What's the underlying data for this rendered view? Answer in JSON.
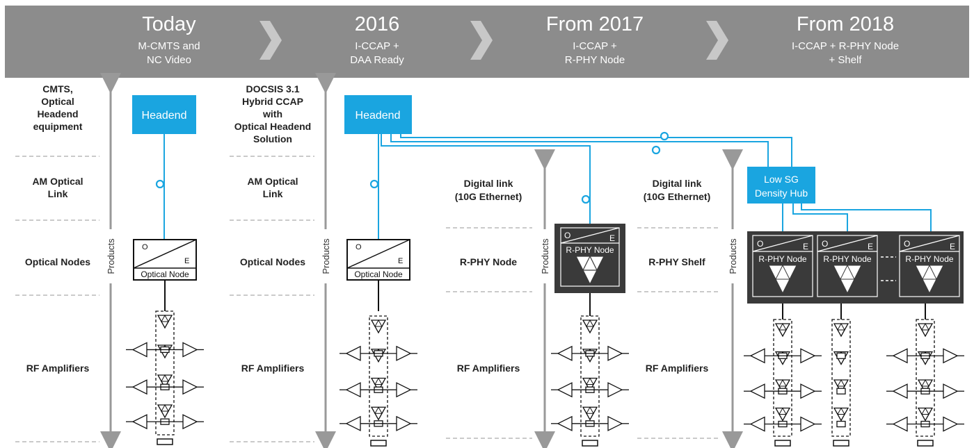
{
  "header": {
    "stages": [
      {
        "title": "Today",
        "sub1": "M-CMTS and",
        "sub2": "NC Video"
      },
      {
        "title": "2016",
        "sub1": "I-CCAP +",
        "sub2": "DAA Ready"
      },
      {
        "title": "From 2017",
        "sub1": "I-CCAP +",
        "sub2": "R-PHY Node"
      },
      {
        "title": "From 2018",
        "sub1": "I-CCAP + R-PHY Node",
        "sub2": "+ Shelf"
      }
    ]
  },
  "axis_label": "Products",
  "col1": {
    "row1": [
      "CMTS,",
      "Optical",
      "Headend",
      "equipment"
    ],
    "row2": [
      "AM Optical",
      "Link"
    ],
    "row3": "Optical Nodes",
    "row4": "RF Amplifiers"
  },
  "col2": {
    "row1": [
      "DOCSIS 3.1",
      "Hybrid CCAP",
      "with",
      "Optical Headend",
      "Solution"
    ],
    "row2": [
      "AM Optical",
      "Link"
    ],
    "row3": "Optical Nodes",
    "row4": "RF Amplifiers"
  },
  "col3": {
    "row2": [
      "Digital link",
      "(10G Ethernet)"
    ],
    "row3": "R-PHY Node",
    "row4": "RF Amplifiers"
  },
  "col4": {
    "row2": [
      "Digital link",
      "(10G Ethernet)"
    ],
    "row3": "R-PHY Shelf",
    "row4": "RF Amplifiers"
  },
  "boxes": {
    "headend": "Headend",
    "hub_line1": "Low SG",
    "hub_line2": "Density Hub",
    "optical_node": "Optical Node",
    "rphy_node": "R-PHY Node",
    "o": "O",
    "e": "E"
  },
  "colors": {
    "header": "#8c8c8c",
    "accent": "#1aa5e0",
    "dark": "#3a3a3a"
  }
}
